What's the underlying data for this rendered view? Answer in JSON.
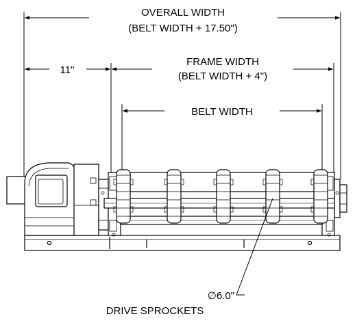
{
  "dimensions": {
    "overall_width": {
      "line1": "OVERALL WIDTH",
      "line2": "(BELT WIDTH + 17.50\")"
    },
    "motor_offset": {
      "label": "11\""
    },
    "frame_width": {
      "line1": "FRAME WIDTH",
      "line2": "(BELT WIDTH + 4\")"
    },
    "belt_width": {
      "label": "BELT WIDTH"
    }
  },
  "callout": {
    "diameter": "∅6.0\"",
    "part": "DRIVE SPROCKETS"
  },
  "colors": {
    "line": "#000000",
    "background": "#ffffff"
  }
}
